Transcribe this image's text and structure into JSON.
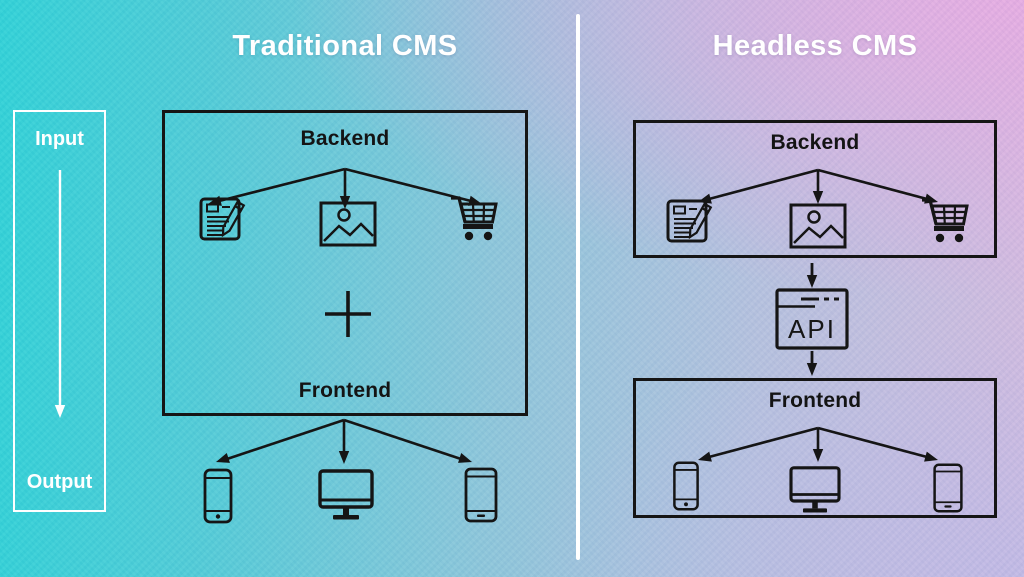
{
  "titles": {
    "traditional": "Traditional CMS",
    "headless": "Headless CMS"
  },
  "io_panel": {
    "input_label": "Input",
    "output_label": "Output"
  },
  "traditional": {
    "backend_label": "Backend",
    "frontend_label": "Frontend",
    "backend_icons": [
      "content-document-icon",
      "image-icon",
      "shopping-cart-icon"
    ],
    "combiner_icon": "plus-icon",
    "output_device_icons": [
      "smartphone-icon",
      "desktop-monitor-icon",
      "tablet-icon"
    ]
  },
  "headless": {
    "backend_label": "Backend",
    "api_label": "API",
    "frontend_label": "Frontend",
    "backend_icons": [
      "content-document-icon",
      "image-icon",
      "shopping-cart-icon"
    ],
    "frontend_device_icons": [
      "smartphone-icon",
      "desktop-monitor-icon",
      "tablet-icon"
    ]
  },
  "colors": {
    "gradient_left": "#2fd2d7",
    "gradient_center": "#96c5da",
    "gradient_top_right": "#e5b0e1",
    "gradient_bottom_right": "#c4c2e3",
    "diagram_stroke": "#151515",
    "light_text": "#ffffff"
  }
}
